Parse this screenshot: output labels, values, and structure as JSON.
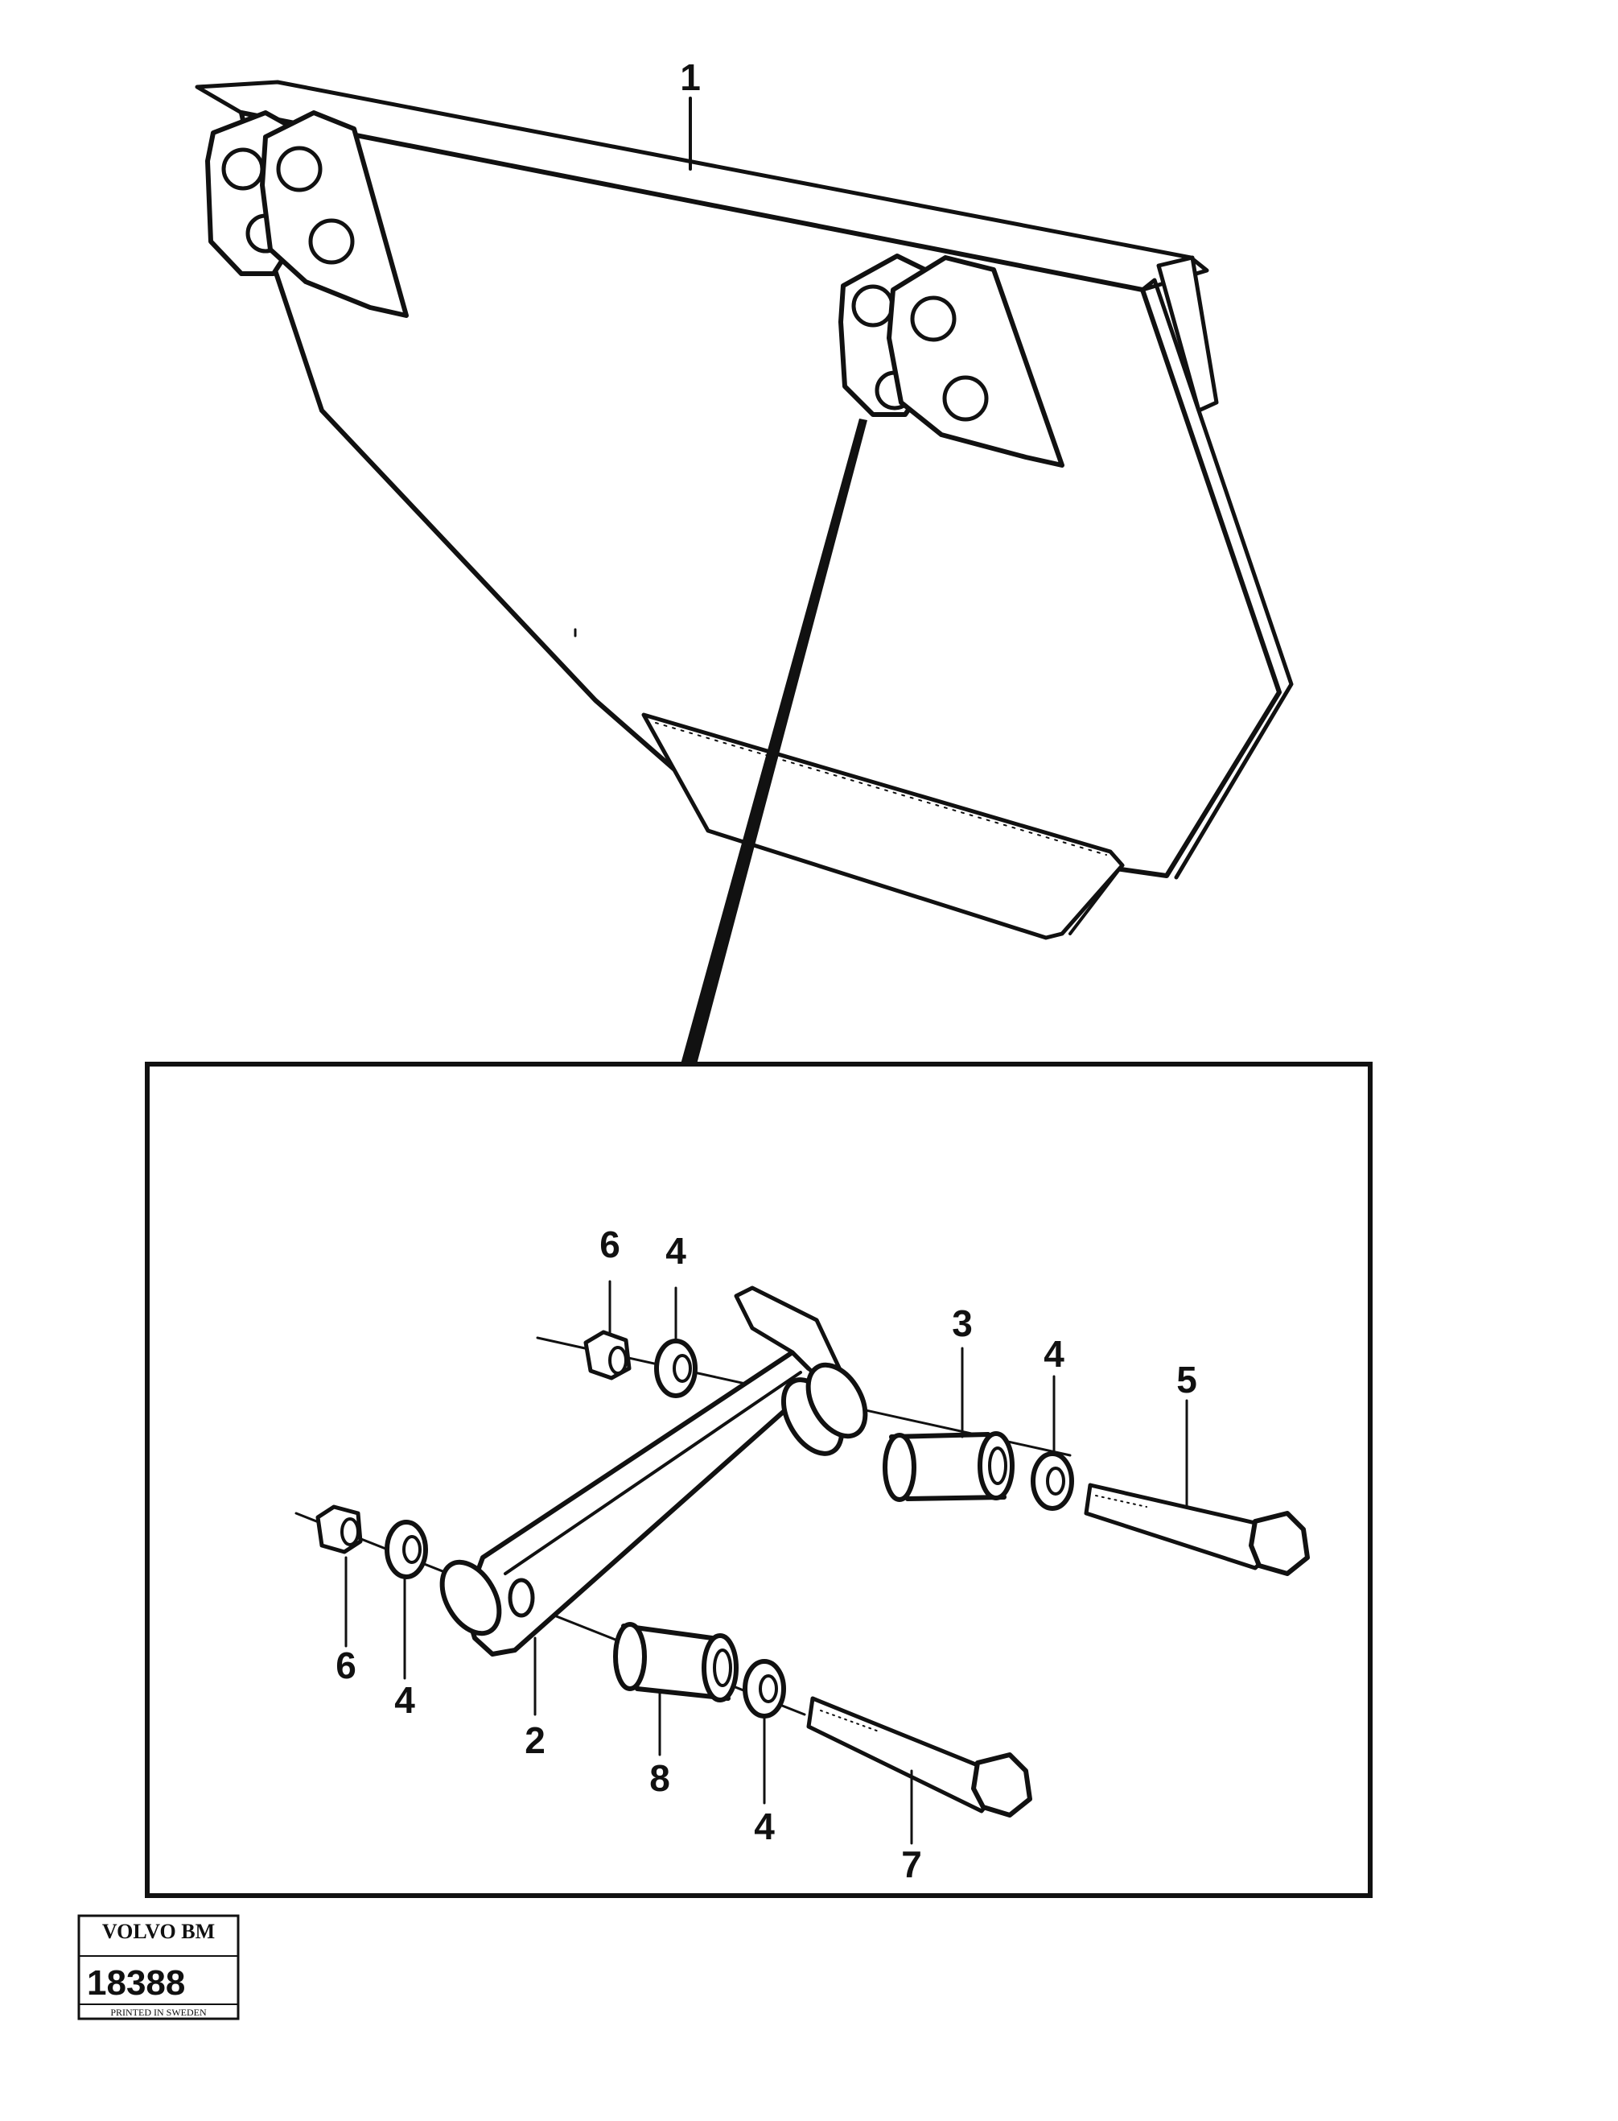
{
  "callouts": {
    "c1": "1",
    "c2": "2",
    "c3": "3",
    "c4a": "4",
    "c4b": "4",
    "c4c": "4",
    "c4d": "4",
    "c5": "5",
    "c6a": "6",
    "c6b": "6",
    "c7": "7",
    "c8": "8"
  },
  "stamp": {
    "brand": "VOLVO BM",
    "number": "18388",
    "printed": "PRINTED IN SWEDEN"
  },
  "colors": {
    "ink": "#111111",
    "paper": "#ffffff"
  }
}
